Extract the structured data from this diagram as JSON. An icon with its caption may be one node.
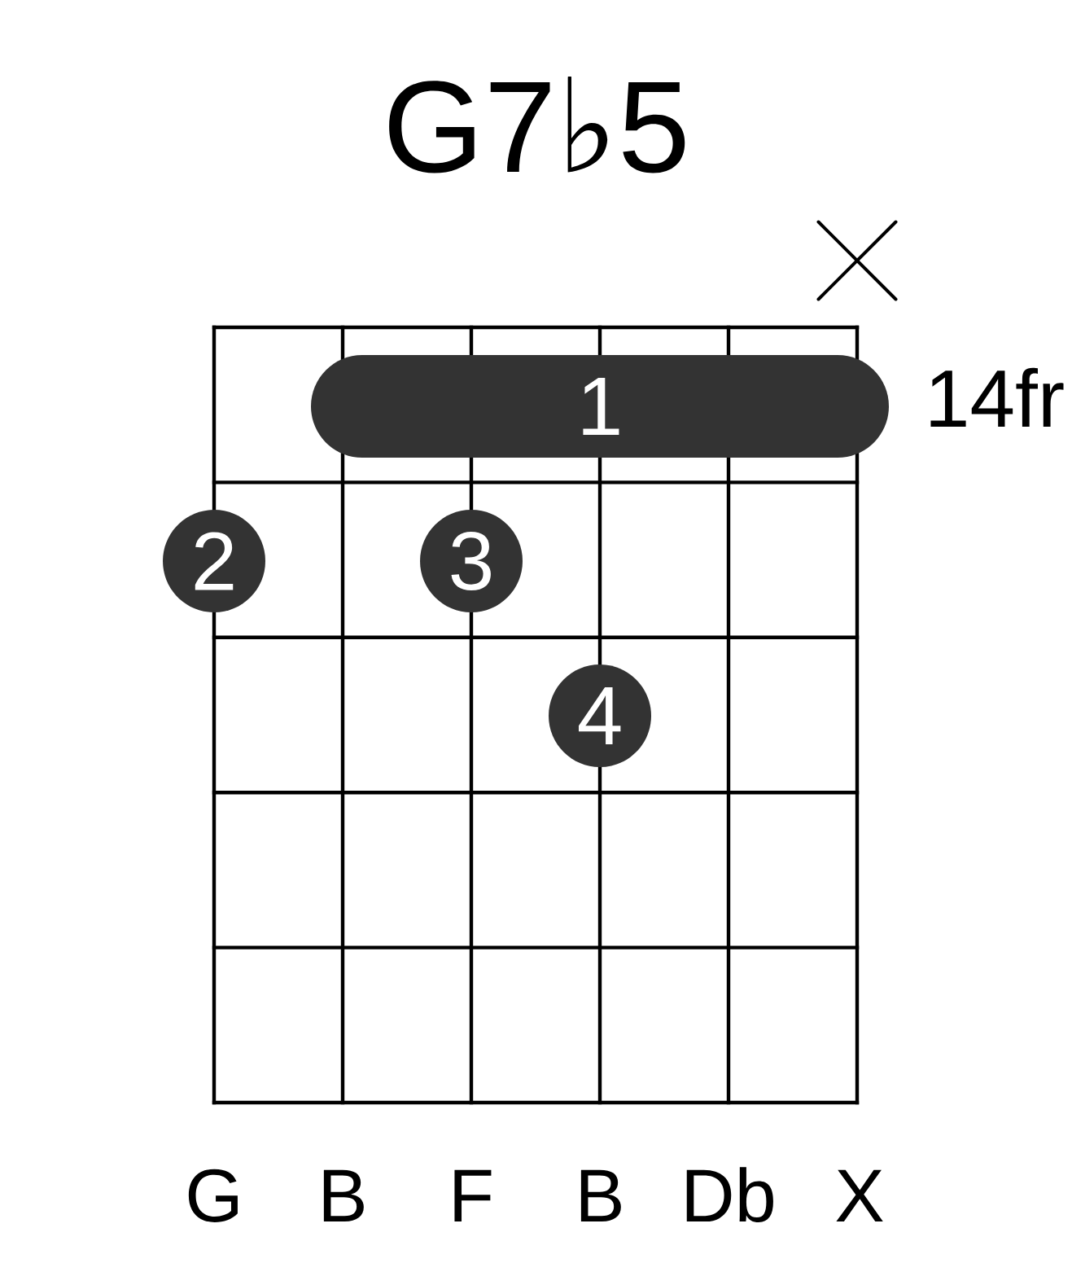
{
  "diagram": {
    "title": "G7♭5",
    "nodes": [
      {
        "text": [
          "1"
        ]
      },
      {
        "text": [
          "2"
        ]
      },
      {
        "text": [
          "3"
        ]
      },
      {
        "text": [
          "4"
        ]
      }
    ],
    "labels": [
      "14fr",
      "G",
      "B",
      "F",
      "B",
      "Db",
      "X"
    ]
  }
}
